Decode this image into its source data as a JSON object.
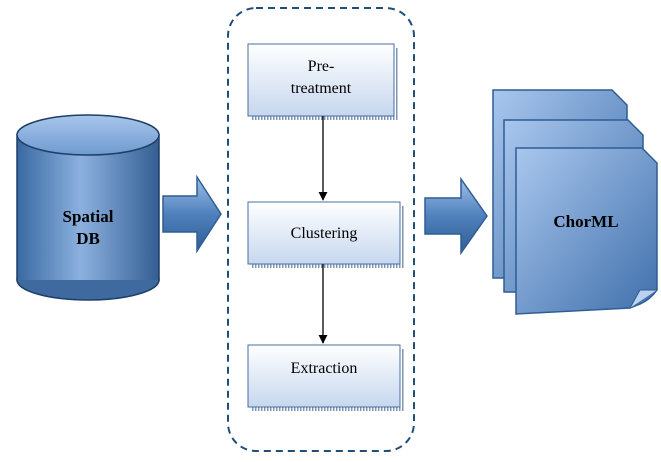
{
  "diagram": {
    "source": {
      "line1": "Spatial",
      "line2": "DB"
    },
    "steps": [
      {
        "line1": "Pre-",
        "line2": "treatment"
      },
      {
        "line1": "Clustering"
      },
      {
        "line1": "Extraction"
      }
    ],
    "output": {
      "label": "ChorML"
    }
  },
  "colors": {
    "cylinder_body": "#4f81bd",
    "cylinder_top": "#8db3e2",
    "arrow_fill": "#4f81bd",
    "step_box_fill": "#dbe5f1",
    "doc_fill": "#4f81bd",
    "dashed_border": "#1f4e79",
    "text": "#000000"
  }
}
